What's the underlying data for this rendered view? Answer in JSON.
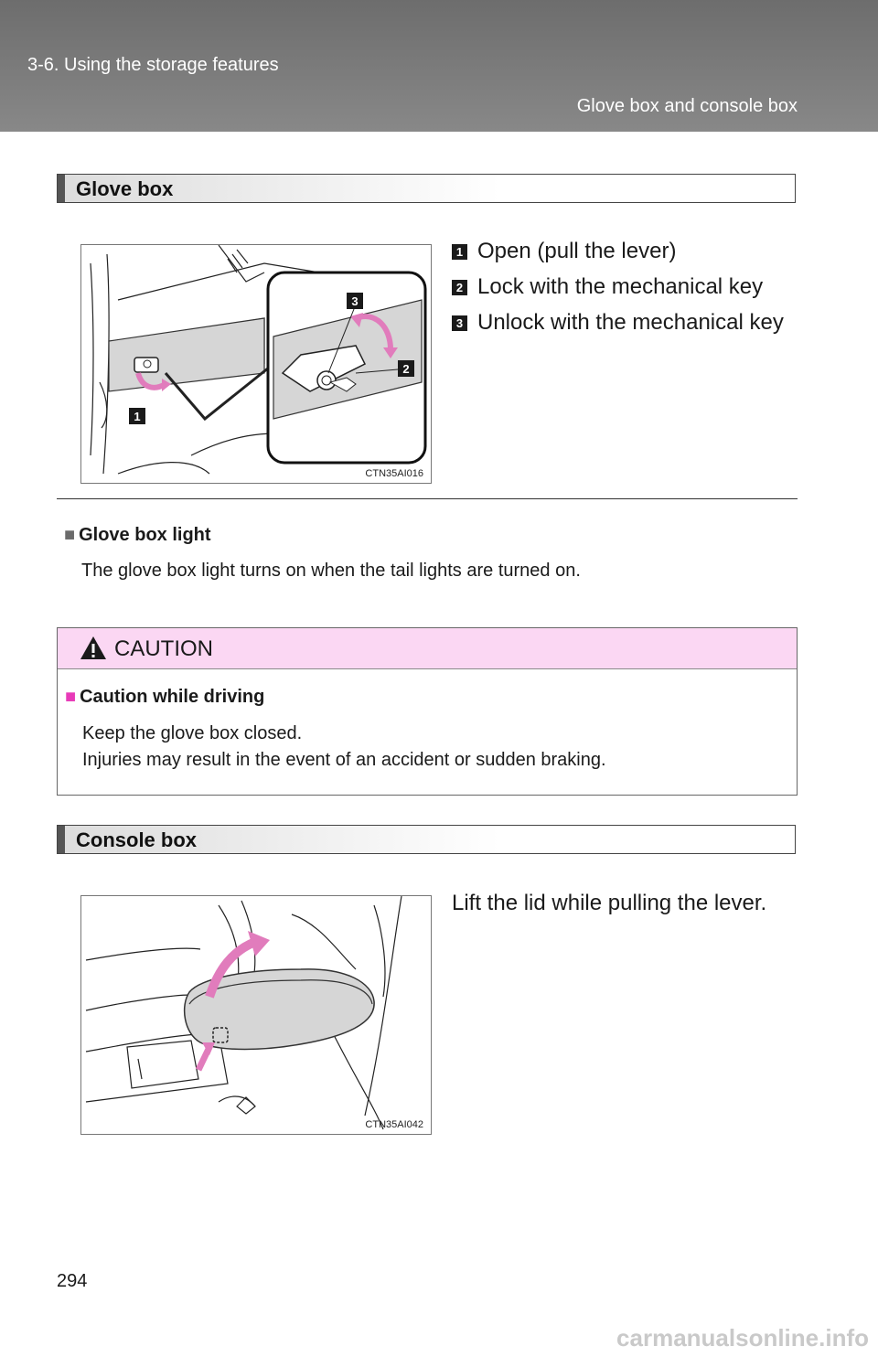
{
  "header": {
    "section": "3-6. Using the storage features",
    "topic": "Glove box and console box"
  },
  "glove_box": {
    "title": "Glove box",
    "figure_code": "CTN35AI016",
    "steps": [
      {
        "num": "1",
        "text": "Open (pull the lever)"
      },
      {
        "num": "2",
        "text": "Lock with the mechanical key"
      },
      {
        "num": "3",
        "text": "Unlock with the mechanical key"
      }
    ]
  },
  "note": {
    "heading": "Glove box light",
    "body": "The glove box light turns on when the tail lights are turned on."
  },
  "caution": {
    "label": "CAUTION",
    "heading": "Caution while driving",
    "line1": "Keep the glove box closed.",
    "line2": "Injuries may result in the event of an accident or sudden braking.",
    "accent_color": "#fbd7f3"
  },
  "console_box": {
    "title": "Console box",
    "figure_code": "CTN35AI042",
    "text": "Lift the lid while pulling the lever."
  },
  "page_number": "294",
  "watermark": "carmanualsonline.info"
}
